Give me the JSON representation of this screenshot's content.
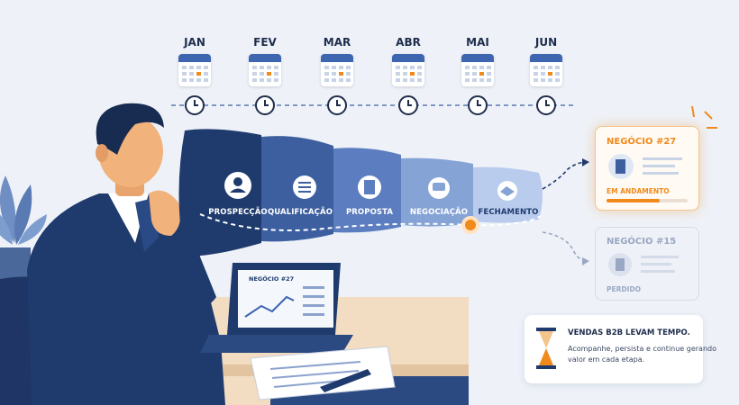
{
  "timeline": {
    "months": [
      "JAN",
      "FEV",
      "MAR",
      "ABR",
      "MAI",
      "JUN"
    ]
  },
  "pipeline": {
    "stages": [
      "PROSPECÇÃO",
      "QUALIFICAÇÃO",
      "PROPOSTA",
      "NEGOCIAÇÃO",
      "FECHAMENTO"
    ]
  },
  "laptop": {
    "screen_title": "NEGÓCIO #27"
  },
  "deals": [
    {
      "title": "NEGÓCIO #27",
      "status": "EM ANDAMENTO",
      "accent": "#f08a1c",
      "progress": 0.65
    },
    {
      "title": "NEGÓCIO #15",
      "status": "PERDIDO",
      "accent": "#9aa7c2"
    }
  ],
  "tip": {
    "title": "VENDAS B2B LEVAM TEMPO.",
    "body": "Acompanhe, persista e continue gerando valor em cada etapa."
  },
  "colors": {
    "navy": "#1f3a6d",
    "accent": "#f08a1c",
    "background": "#eef2f8"
  }
}
